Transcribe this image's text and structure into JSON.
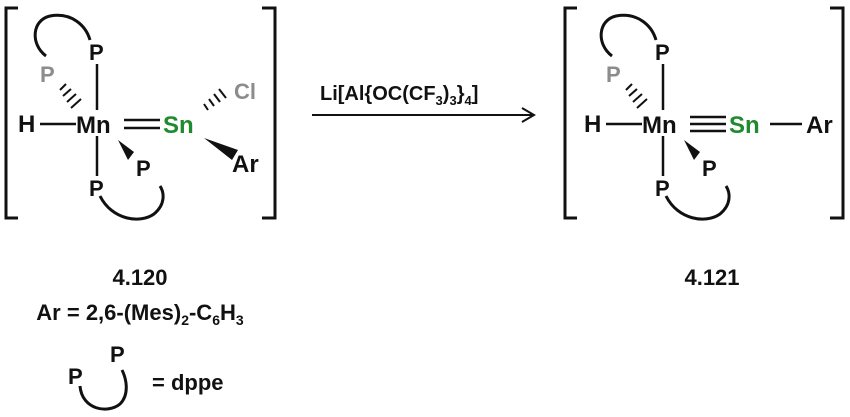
{
  "colors": {
    "black": "#111111",
    "grey_atom": "#8c8c8c",
    "tin": "#1f8a2e"
  },
  "reagent": {
    "prefix": "Li[Al{OC(CF",
    "sub3": "3",
    "close": ")",
    "sub3b": "3",
    "brace": "}",
    "sub4": "4",
    "end": "]"
  },
  "left": {
    "atoms": {
      "H": "H",
      "Mn": "Mn",
      "Sn": "Sn",
      "Cl": "Cl",
      "Ar": "Ar",
      "P_top": "P",
      "P_grey": "P",
      "P_bottom": "P",
      "P_wedge": "P"
    },
    "compound_label": "4.120",
    "ar_def": {
      "a": "Ar = 2,6-(Mes)",
      "sub2": "2",
      "b": "-C",
      "sub6": "6",
      "c": "H",
      "sub3": "3"
    },
    "dppe_def": {
      "p1": "P",
      "p2": "P",
      "eq": "= dppe"
    }
  },
  "right": {
    "atoms": {
      "H": "H",
      "Mn": "Mn",
      "Sn": "Sn",
      "Ar": "Ar",
      "P_top": "P",
      "P_grey": "P",
      "P_bottom": "P",
      "P_wedge": "P"
    },
    "compound_label": "4.121"
  }
}
